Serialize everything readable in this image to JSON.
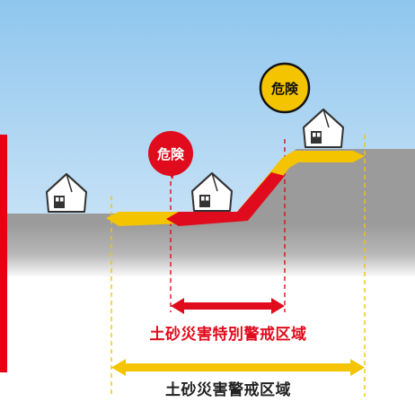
{
  "bubbles": {
    "red_text": "危険",
    "yellow_text": "危険"
  },
  "labels": {
    "special_zone": "土砂災害特別警戒区域",
    "zone": "土砂災害警戒区域"
  },
  "colors": {
    "sky_top": "#8fc6ee",
    "sky_bottom": "#f3f8fc",
    "ground": "#9b9b9b",
    "warning_yellow": "#f5c400",
    "danger_red": "#e00b1c",
    "left_bar_red": "#e60012",
    "text_dark": "#222222",
    "house_fill": "#ffffff",
    "house_outline": "#333333"
  },
  "icons": [
    "house-icon",
    "speech-bubble-icon",
    "double-arrow-icon"
  ]
}
